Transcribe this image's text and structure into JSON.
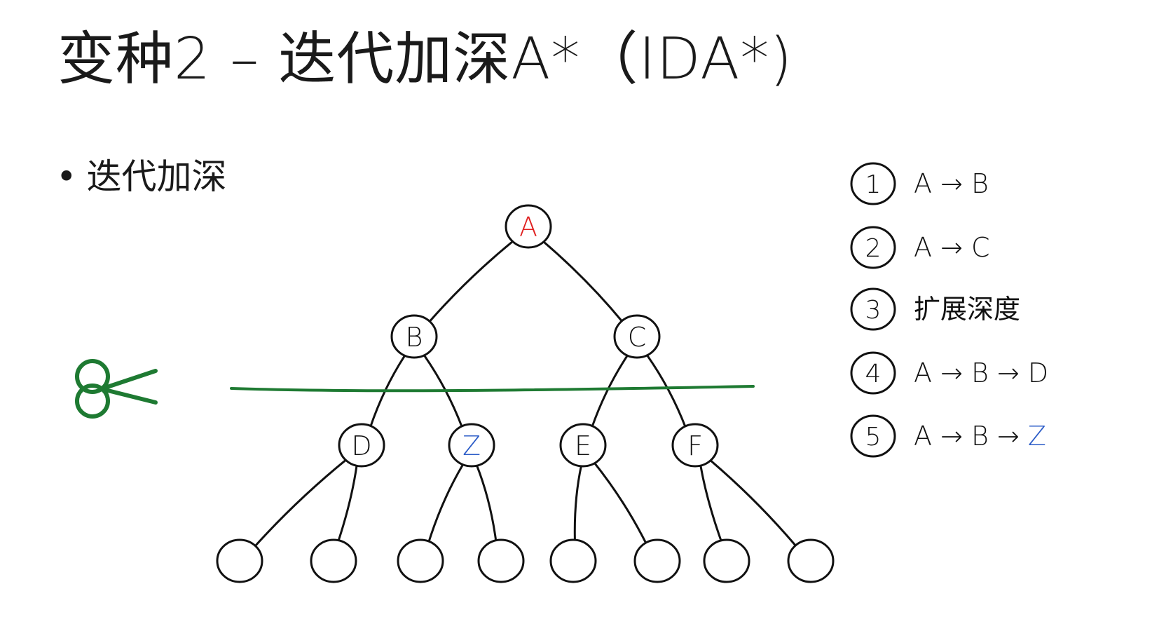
{
  "title": "变种2 – 迭代加深A*（IDA*)",
  "bullet": "迭代加深",
  "colors": {
    "ink": "#111111",
    "root_label": "#e02020",
    "goal_label": "#2a5bc7",
    "cut": "#1e7a32"
  },
  "icons": {
    "cut": "scissors-icon"
  },
  "tree": {
    "nodes": [
      {
        "id": "A",
        "label": "A"
      },
      {
        "id": "B",
        "label": "B"
      },
      {
        "id": "C",
        "label": "C"
      },
      {
        "id": "D",
        "label": "D"
      },
      {
        "id": "Z",
        "label": "Z"
      },
      {
        "id": "E",
        "label": "E"
      },
      {
        "id": "F",
        "label": "F"
      },
      {
        "id": "L1",
        "label": ""
      },
      {
        "id": "L2",
        "label": ""
      },
      {
        "id": "L3",
        "label": ""
      },
      {
        "id": "L4",
        "label": ""
      },
      {
        "id": "L5",
        "label": ""
      },
      {
        "id": "L6",
        "label": ""
      },
      {
        "id": "L7",
        "label": ""
      },
      {
        "id": "L8",
        "label": ""
      }
    ],
    "edges": [
      [
        "A",
        "B"
      ],
      [
        "A",
        "C"
      ],
      [
        "B",
        "D"
      ],
      [
        "B",
        "Z"
      ],
      [
        "C",
        "E"
      ],
      [
        "C",
        "F"
      ],
      [
        "D",
        "L1"
      ],
      [
        "D",
        "L2"
      ],
      [
        "Z",
        "L3"
      ],
      [
        "Z",
        "L4"
      ],
      [
        "E",
        "L5"
      ],
      [
        "E",
        "L6"
      ],
      [
        "F",
        "L7"
      ],
      [
        "F",
        "L8"
      ]
    ]
  },
  "steps": [
    {
      "num": "1",
      "parts": [
        {
          "text": "A → B",
          "highlight": false
        }
      ]
    },
    {
      "num": "2",
      "parts": [
        {
          "text": "A → C",
          "highlight": false
        }
      ]
    },
    {
      "num": "3",
      "parts": [
        {
          "text": "扩展深度",
          "highlight": false
        }
      ]
    },
    {
      "num": "4",
      "parts": [
        {
          "text": "A → B → D",
          "highlight": false
        }
      ]
    },
    {
      "num": "5",
      "parts": [
        {
          "text": "A → B → ",
          "highlight": false
        },
        {
          "text": "Z",
          "highlight": true
        }
      ]
    }
  ]
}
